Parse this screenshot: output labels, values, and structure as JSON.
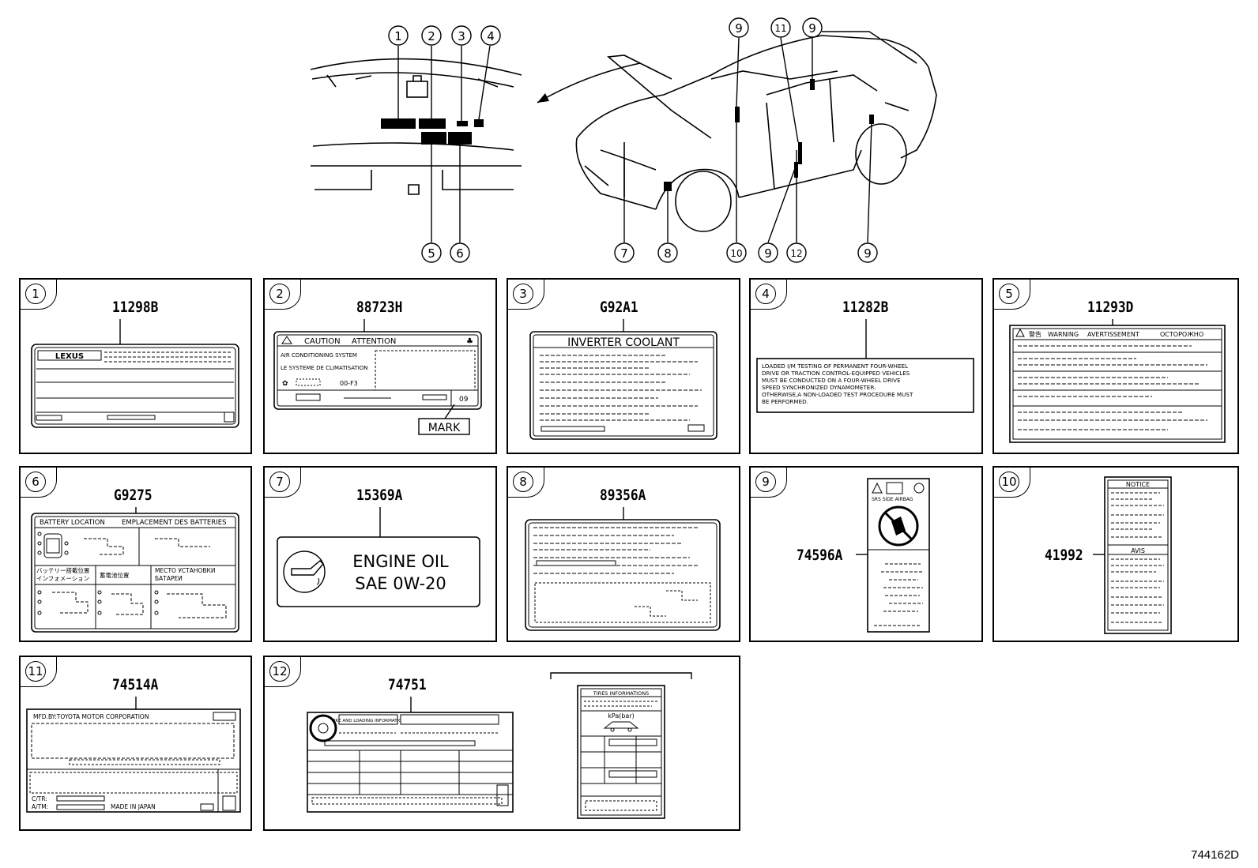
{
  "diagram_code": "744162D",
  "callout_numbers": [
    "1",
    "2",
    "3",
    "4",
    "5",
    "6",
    "7",
    "8",
    "9",
    "10",
    "11",
    "12"
  ],
  "panels": [
    {
      "index": "1",
      "part_no": "11298B",
      "label_text": [
        "LEXUS"
      ]
    },
    {
      "index": "2",
      "part_no": "88723H",
      "label_text": [
        "CAUTION",
        "ATTENTION",
        "AIR CONDITIONING SYSTEM",
        "LE SYSTEME DE CLIMATISATION",
        "MARK",
        "09"
      ]
    },
    {
      "index": "3",
      "part_no": "G92A1",
      "label_text": [
        "INVERTER COOLANT"
      ]
    },
    {
      "index": "4",
      "part_no": "11282B",
      "label_text": [
        "LOADED I/M TESTING OF PERMANENT FOUR-WHEEL",
        "DRIVE OR TRACTION CONTROL-EQUIPPED VEHICLES",
        "MUST BE CONDUCTED ON A FOUR-WHEEL DRIVE",
        "SPEED SYNCHRONIZED DYNAMOMETER.",
        "OTHERWISE,A NON-LOADED TEST PROCEDURE MUST",
        "BE PERFORMED."
      ]
    },
    {
      "index": "5",
      "part_no": "11293D",
      "label_text": [
        "WARNING",
        "AVERTISSEMENT",
        "ОСТОРОЖНО"
      ]
    },
    {
      "index": "6",
      "part_no": "G9275",
      "label_text": [
        "BATTERY LOCATION",
        "EMPLACEMENT DES BATTERIES",
        "バッテリー搭載位置",
        "インフォメーション",
        "蓄電池位置",
        "МЕСТО УСТАНОВКИ",
        "БАТАРЕИ"
      ]
    },
    {
      "index": "7",
      "part_no": "15369A",
      "label_text": [
        "ENGINE OIL",
        "SAE  0W-20"
      ]
    },
    {
      "index": "8",
      "part_no": "89356A",
      "label_text": []
    },
    {
      "index": "9",
      "part_no": "74596A",
      "label_text": [
        "SRS SIDE AIRBAG"
      ]
    },
    {
      "index": "10",
      "part_no": "41992",
      "label_text": [
        "NOTICE",
        "AVIS"
      ]
    },
    {
      "index": "11",
      "part_no": "74514A",
      "label_text": [
        "MFD.BY:TOYOTA MOTOR CORPORATION",
        "C/TR:",
        "A/TM:",
        "MADE IN JAPAN"
      ]
    },
    {
      "index": "12",
      "part_no": "74751",
      "label_text": [
        "TIRE AND LOADING INFORMATION",
        "TIRES INFORMATIONS",
        "kPa(bar)"
      ]
    }
  ],
  "colors": {
    "line": "#000000",
    "label_fill": "#ffffff",
    "block": "#000000"
  }
}
